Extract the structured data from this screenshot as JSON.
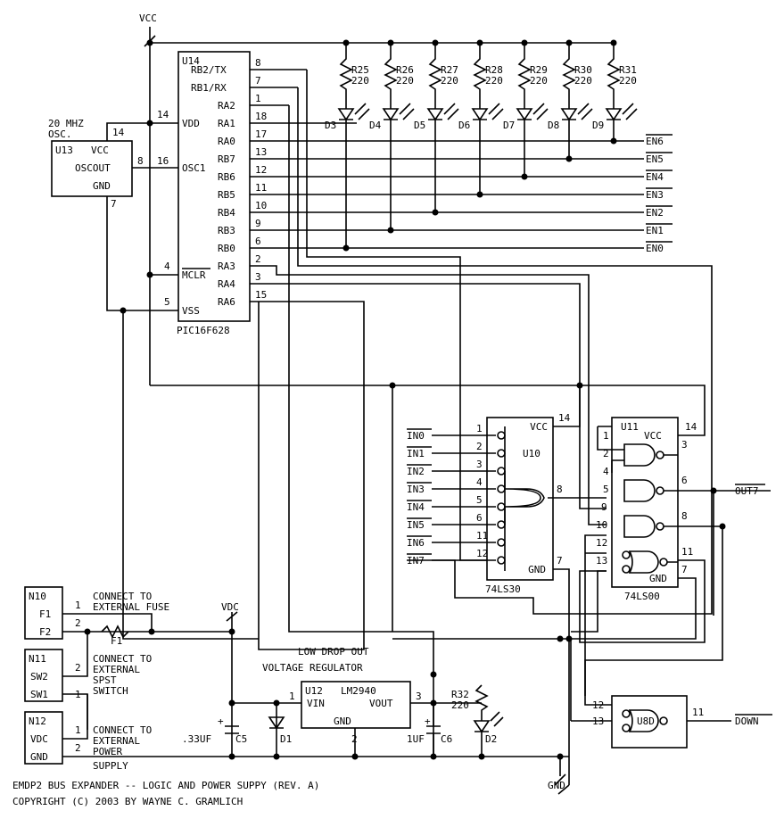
{
  "title": "EMDP2 BUS EXPANDER -- LOGIC AND POWER SUPPY (REV. A)",
  "copyright": "COPYRIGHT (C) 2003 BY WAYNE C. GRAMLICH",
  "rails": {
    "vcc": "VCC",
    "gnd": "GND",
    "vdc": "VDC"
  },
  "u14": {
    "ref": "U14",
    "part": "PIC16F628",
    "pins": [
      {
        "name": "RB2/TX",
        "num": "8"
      },
      {
        "name": "RB1/RX",
        "num": "7"
      },
      {
        "name": "RA2",
        "num": "1"
      },
      {
        "name": "RA1",
        "num": "18"
      },
      {
        "name": "RA0",
        "num": "17"
      },
      {
        "name": "RB7",
        "num": "13"
      },
      {
        "name": "RB6",
        "num": "12"
      },
      {
        "name": "RB5",
        "num": "11"
      },
      {
        "name": "RB4",
        "num": "10"
      },
      {
        "name": "RB3",
        "num": "9"
      },
      {
        "name": "RB0",
        "num": "6"
      },
      {
        "name": "RA3",
        "num": "2"
      },
      {
        "name": "RA4",
        "num": "3"
      },
      {
        "name": "RA6",
        "num": "15"
      }
    ],
    "left_pins": [
      {
        "name": "VDD",
        "num": "14"
      },
      {
        "name": "OSC1",
        "num": "16"
      },
      {
        "name": "MCLR",
        "num": "4"
      },
      {
        "name": "VSS",
        "num": "5"
      }
    ]
  },
  "u13": {
    "ref": "U13",
    "vcc": "VCC",
    "out": "OSCOUT",
    "gnd": "GND",
    "label1": "20 MHZ",
    "label2": "OSC.",
    "pin_vcc": "14",
    "pin_out": "8",
    "pin_gnd": "7"
  },
  "resistors": [
    {
      "ref": "R25",
      "val": "220"
    },
    {
      "ref": "R26",
      "val": "220"
    },
    {
      "ref": "R27",
      "val": "220"
    },
    {
      "ref": "R28",
      "val": "220"
    },
    {
      "ref": "R29",
      "val": "220"
    },
    {
      "ref": "R30",
      "val": "220"
    },
    {
      "ref": "R31",
      "val": "220"
    }
  ],
  "leds": [
    "D3",
    "D4",
    "D5",
    "D6",
    "D7",
    "D8",
    "D9"
  ],
  "enables": [
    "EN6",
    "EN5",
    "EN4",
    "EN3",
    "EN2",
    "EN1",
    "EN0"
  ],
  "u10": {
    "ref": "U10",
    "part": "74LS30",
    "vcc": "VCC",
    "gnd": "GND",
    "pin_vcc": "14",
    "pin_out": "8",
    "pin_gnd": "7",
    "inputs": [
      {
        "name": "IN0",
        "num": "1"
      },
      {
        "name": "IN1",
        "num": "2"
      },
      {
        "name": "IN2",
        "num": "3"
      },
      {
        "name": "IN3",
        "num": "4"
      },
      {
        "name": "IN4",
        "num": "5"
      },
      {
        "name": "IN5",
        "num": "6"
      },
      {
        "name": "IN6",
        "num": "11"
      },
      {
        "name": "IN7",
        "num": "12"
      }
    ]
  },
  "u11": {
    "ref": "U11",
    "part": "74LS00",
    "vcc": "VCC",
    "gnd": "GND",
    "pins": {
      "p1": "1",
      "p2": "2",
      "p3": "3",
      "p4": "4",
      "p5": "5",
      "p6": "6",
      "p7": "7",
      "p8": "8",
      "p9": "9",
      "p10": "10",
      "p11": "11",
      "p12": "12",
      "p13": "13",
      "p14": "14"
    }
  },
  "u8d": {
    "ref": "U8D",
    "in1": "12",
    "in2": "13",
    "out": "11",
    "signal": "DOWN"
  },
  "out7": "OUT7",
  "n10": {
    "ref": "N10",
    "p1": "F1",
    "p2": "F2",
    "text": [
      "CONNECT TO",
      "EXTERNAL FUSE"
    ]
  },
  "n11": {
    "ref": "N11",
    "p1": "SW2",
    "p2": "SW1",
    "text": [
      "CONNECT TO",
      "EXTERNAL",
      "SPST",
      "SWITCH"
    ]
  },
  "n12": {
    "ref": "N12",
    "p1": "VDC",
    "p2": "GND",
    "text": [
      "CONNECT TO",
      "EXTERNAL",
      "POWER",
      "SUPPLY"
    ]
  },
  "f1": "F1",
  "u12": {
    "ref": "U12",
    "part": "LM2940",
    "vin": "VIN",
    "vout": "VOUT",
    "gnd": "GND",
    "p1": "1",
    "p2": "2",
    "p3": "3",
    "label1": "LOW DROP OUT",
    "label2": "VOLTAGE REGULATOR"
  },
  "c5": {
    "ref": "C5",
    "val": ".33UF"
  },
  "c6": {
    "ref": "C6",
    "val": "1UF"
  },
  "d1": "D1",
  "d2": "D2",
  "r32": {
    "ref": "R32",
    "val": "220"
  }
}
